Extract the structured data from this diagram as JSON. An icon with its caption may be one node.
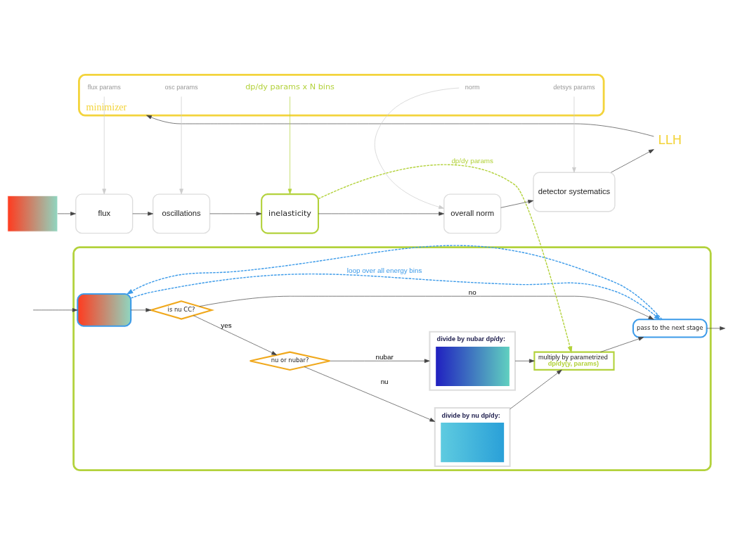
{
  "diagram": {
    "nodes": [
      {
        "text": [],
        "shape": "box"
      },
      {
        "text": [],
        "shape": "picture",
        "in": 0
      },
      {
        "text": [
          "is nu CC?"
        ],
        "in": 0
      },
      {
        "text": [
          "nu or nubar?"
        ],
        "in": 0
      },
      {
        "text": [
          "divide by nu dp/dy:"
        ],
        "in": 0
      },
      {
        "text": [
          "divide by nubar dp/dy:"
        ],
        "in": 0
      },
      {
        "text": [
          "multiply by parametrized",
          "dp/dy(y, params)"
        ],
        "in": 0
      },
      {
        "text": [
          "pass to the next stage"
        ],
        "in": 0
      },
      {
        "text": [],
        "shape": "picture"
      },
      {
        "text": [
          "flux"
        ]
      },
      {
        "text": [
          "oscillations"
        ]
      },
      {
        "text": [
          "inelasticity"
        ]
      },
      {
        "text": [
          "overall norm"
        ]
      },
      {
        "text": [
          "detector systematics"
        ]
      },
      {
        "text": [
          "LLH"
        ]
      },
      {
        "text": [
          "minimizer"
        ]
      },
      {
        "text": [
          "flux params"
        ],
        "in": 15
      },
      {
        "text": [
          "osc params"
        ],
        "in": 15
      },
      {
        "text": [
          "dp/dy params x N bins"
        ],
        "in": 15
      },
      {
        "text": [
          "norm"
        ],
        "in": 15
      },
      {
        "text": [
          "detsys params"
        ],
        "in": 15
      }
    ],
    "edges": [
      {
        "from": null,
        "to": 1,
        "arrow": "to"
      },
      {
        "from": 1,
        "to": 2,
        "arrow": "to"
      },
      {
        "from": 2,
        "to": 3,
        "arrow": "to",
        "label": "yes"
      },
      {
        "from": 2,
        "to": 7,
        "arrow": "to",
        "label": "no"
      },
      {
        "from": 3,
        "to": 4,
        "arrow": "to",
        "label": "nu"
      },
      {
        "from": 3,
        "to": 5,
        "arrow": "to",
        "label": "nubar"
      },
      {
        "from": 4,
        "to": 6,
        "arrow": "to"
      },
      {
        "from": 5,
        "to": 6,
        "arrow": "to"
      },
      {
        "from": 6,
        "to": 7,
        "arrow": "to"
      },
      {
        "from": 7,
        "to": null,
        "arrow": "to"
      },
      {
        "from": 1,
        "to": 7,
        "arrow": "to",
        "label": "loop over all energy bins",
        "style": "dashed",
        "color": "#3d9be9"
      },
      {
        "from": 7,
        "to": 1,
        "arrow": "to",
        "style": "dashed",
        "color": "#3d9be9"
      },
      {
        "from": 11,
        "to": 6,
        "arrow": "to",
        "label": "dp/dy params",
        "style": "dashed",
        "color": "#b3d23c"
      },
      {
        "from": 8,
        "to": 9,
        "arrow": "to"
      },
      {
        "from": 9,
        "to": 10,
        "arrow": "to"
      },
      {
        "from": 10,
        "to": 11,
        "arrow": "to"
      },
      {
        "from": 11,
        "to": 12,
        "arrow": "to"
      },
      {
        "from": 12,
        "to": 13,
        "arrow": "to"
      },
      {
        "from": 13,
        "to": 14,
        "arrow": "to"
      },
      {
        "from": 14,
        "to": 15,
        "arrow": "to"
      },
      {
        "from": 16,
        "to": 9,
        "arrow": "to",
        "color": "#cccccc"
      },
      {
        "from": 17,
        "to": 10,
        "arrow": "to",
        "color": "#cccccc"
      },
      {
        "from": 18,
        "to": 11,
        "arrow": "to",
        "color": "#b3d23c"
      },
      {
        "from": 19,
        "to": 12,
        "arrow": "to",
        "color": "#cccccc"
      },
      {
        "from": 20,
        "to": 13,
        "arrow": "to",
        "color": "#cccccc"
      }
    ]
  }
}
